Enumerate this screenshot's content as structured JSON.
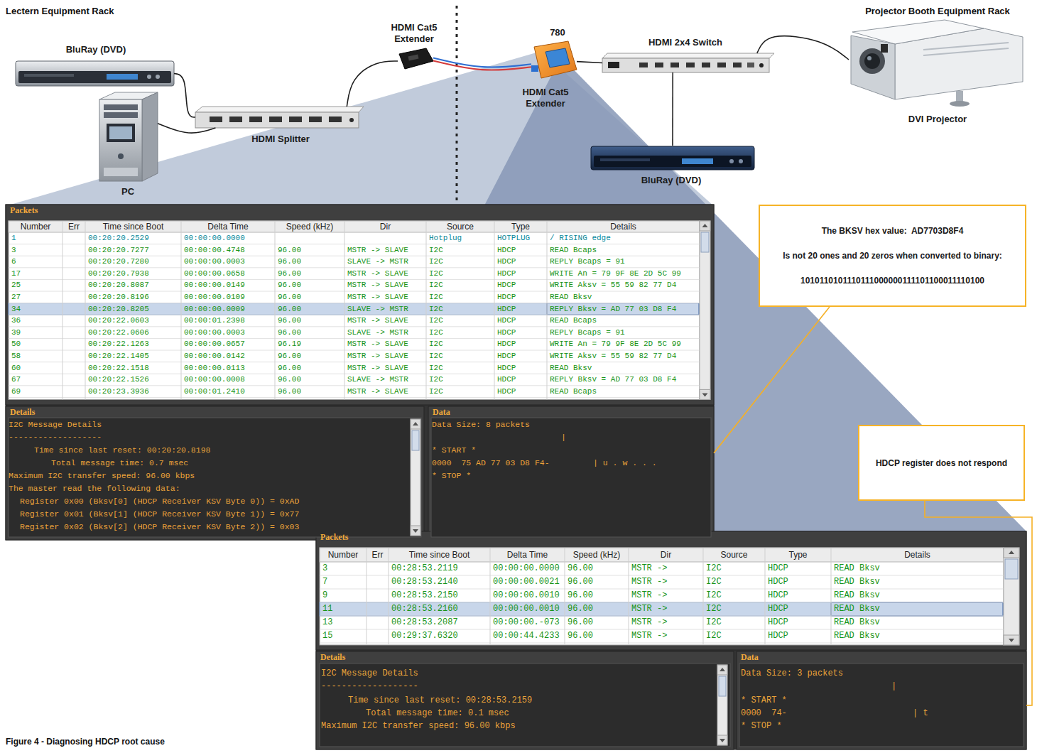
{
  "diagram": {
    "caption": "Figure 4 - Diagnosing HDCP root cause",
    "nodes": [
      {
        "text": [
          "BluRay (DVD)"
        ]
      },
      {
        "text": [
          "HDMI Cat5 Extender"
        ]
      },
      {
        "text": [
          "780",
          "HDMI Cat5 Extender"
        ]
      },
      {
        "text": [
          "HDMI 2x4 Switch"
        ]
      },
      {
        "text": [
          "DVI Projector"
        ]
      },
      {
        "text": [
          "PC"
        ]
      },
      {
        "text": [
          "HDMI Splitter"
        ]
      },
      {
        "text": [
          "BluRay (DVD)"
        ]
      },
      {
        "text": [
          "Packets"
        ]
      },
      {
        "text": [
          "Details"
        ]
      },
      {
        "text": [
          "Data"
        ]
      },
      {
        "text": [
          "The BKSV hex value:  AD7703D8F4",
          "Is not 20 ones and 20 zeros when converted to binary:",
          "1010110101110111000000111101100011110100"
        ]
      },
      {
        "text": [
          "HDCP register does not respond"
        ]
      },
      {
        "text": [
          "Packets"
        ]
      },
      {
        "text": [
          "Details"
        ]
      },
      {
        "text": [
          "Data"
        ]
      }
    ],
    "edges": [
      {
        "from": 0,
        "to": 6,
        "arrow": "none"
      },
      {
        "from": 5,
        "to": 6,
        "arrow": "none"
      },
      {
        "from": 6,
        "to": 1,
        "arrow": "none"
      },
      {
        "from": 1,
        "to": 2,
        "arrow": "none"
      },
      {
        "from": 2,
        "to": 3,
        "arrow": "none"
      },
      {
        "from": 3,
        "to": 4,
        "arrow": "none"
      },
      {
        "from": 7,
        "to": 3,
        "arrow": "none"
      },
      {
        "from": 11,
        "to": 10,
        "arrow": "none"
      },
      {
        "from": 12,
        "to": 15,
        "arrow": "none"
      }
    ],
    "labels": [
      "Lectern Equipment Rack",
      "Projector Booth Equipment Rack",
      "Number",
      "Err",
      "Time since Boot",
      "Delta Time",
      "Speed (kHz)",
      "Dir",
      "Source",
      "Type",
      "Details",
      "1",
      "00:20:20.2529",
      "00:00:00.0000",
      "Hotplug",
      "HOTPLUG",
      "/ RISING edge",
      "3",
      "00:20:20.7277",
      "00:00:00.4748",
      "96.00",
      "MSTR -> SLAVE",
      "I2C",
      "HDCP",
      "READ Bcaps",
      "6",
      "00:20:20.7280",
      "00:00:00.0003",
      "96.00",
      "SLAVE -> MSTR",
      "I2C",
      "HDCP",
      "REPLY Bcaps = 91",
      "17",
      "00:20:20.7938",
      "00:00:00.0658",
      "96.00",
      "MSTR -> SLAVE",
      "I2C",
      "HDCP",
      "WRITE An = 79 9F 8E 2D 5C 99",
      "25",
      "00:20:20.8087",
      "00:00:00.0149",
      "96.00",
      "MSTR -> SLAVE",
      "I2C",
      "HDCP",
      "WRITE Aksv = 55 59 82 77 D4",
      "27",
      "00:20:20.8196",
      "00:00:00.0109",
      "96.00",
      "MSTR -> SLAVE",
      "I2C",
      "HDCP",
      "READ Bksv",
      "34",
      "00:20:20.8205",
      "00:00:00.0009",
      "96.00",
      "SLAVE -> MSTR",
      "I2C",
      "HDCP",
      "REPLY Bksv = AD 77 03 D8 F4",
      "36",
      "00:20:22.0603",
      "00:00:01.2398",
      "96.00",
      "MSTR -> SLAVE",
      "I2C",
      "HDCP",
      "READ Bcaps",
      "39",
      "00:20:22.0606",
      "00:00:00.0003",
      "96.00",
      "SLAVE -> MSTR",
      "I2C",
      "HDCP",
      "REPLY Bcaps = 91",
      "50",
      "00:20:22.1263",
      "00:00:00.0657",
      "96.19",
      "MSTR -> SLAVE",
      "I2C",
      "HDCP",
      "WRITE An = 79 9F 8E 2D 5C 99",
      "58",
      "00:20:22.1405",
      "00:00:00.0142",
      "96.00",
      "MSTR -> SLAVE",
      "I2C",
      "HDCP",
      "WRITE Aksv = 55 59 82 77 D4",
      "60",
      "00:20:22.1518",
      "00:00:00.0113",
      "96.00",
      "MSTR -> SLAVE",
      "I2C",
      "HDCP",
      "READ Bksv",
      "67",
      "00:20:22.1526",
      "00:00:00.0008",
      "96.00",
      "SLAVE -> MSTR",
      "I2C",
      "HDCP",
      "REPLY Bksv = AD 77 03 D8 F4",
      "69",
      "00:20:23.3936",
      "00:00:01.2410",
      "96.00",
      "MSTR -> SLAVE",
      "I2C",
      "HDCP",
      "READ Bcaps",
      "I2C Message Details",
      "-------------------",
      "Time since last reset: 00:20:20.8198",
      "Total message time: 0.7 msec",
      "Maximum I2C transfer speed: 96.00 kbps",
      "The master read the following data:",
      "Register 0x00 (Bksv[0] (HDCP Receiver KSV Byte 0)) = 0xAD",
      "Register 0x01 (Bksv[1] (HDCP Receiver KSV Byte 1)) = 0x77",
      "Register 0x02 (Bksv[2] (HDCP Receiver KSV Byte 2)) = 0x03",
      "Data Size: 8 packets",
      "|",
      "* START *",
      "0000  75 AD 77 03 D8 F4-",
      "| u . w . . .",
      "* STOP *",
      "Number",
      "Err",
      "Time since Boot",
      "Delta Time",
      "Speed (kHz)",
      "Dir",
      "Source",
      "Type",
      "Details",
      "3",
      "00:28:53.2119",
      "00:00:00.0000",
      "96.00",
      "MSTR ->",
      "I2C",
      "HDCP",
      "READ Bksv",
      "7",
      "00:28:53.2140",
      "00:00:00.0021",
      "96.00",
      "MSTR ->",
      "I2C",
      "HDCP",
      "READ Bksv",
      "9",
      "00:28:53.2150",
      "00:00:00.0010",
      "96.00",
      "MSTR ->",
      "I2C",
      "HDCP",
      "READ Bksv",
      "11",
      "00:28:53.2160",
      "00:00:00.0010",
      "96.00",
      "MSTR ->",
      "I2C",
      "HDCP",
      "READ Bksv",
      "13",
      "00:28:53.2087",
      "00:00:00.-073",
      "96.00",
      "MSTR ->",
      "I2C",
      "HDCP",
      "READ Bksv",
      "15",
      "00:29:37.6320",
      "00:00:44.4233",
      "96.00",
      "MSTR ->",
      "I2C",
      "HDCP",
      "READ Bksv",
      "I2C Message Details",
      "-------------------",
      "Time since last reset: 00:28:53.2159",
      "Total message time: 0.1 msec",
      "Maximum I2C transfer speed: 96.00 kbps",
      "Data Size: 3 packets",
      "|",
      "* START *",
      "0000  74-",
      "| t",
      "* STOP *"
    ]
  }
}
